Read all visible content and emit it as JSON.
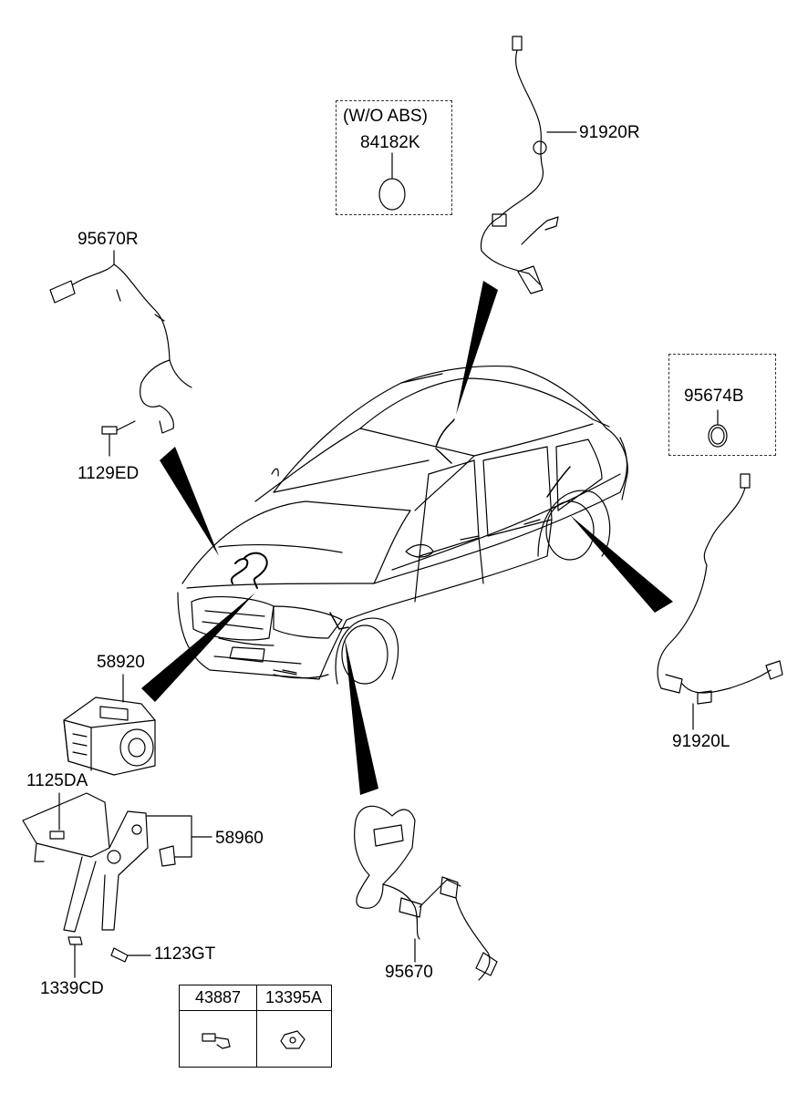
{
  "parts": {
    "wo_abs_note": "(W/O ABS)",
    "p84182K": "84182K",
    "p91920R": "91920R",
    "p95670R": "95670R",
    "p1129ED": "1129ED",
    "p95674B": "95674B",
    "p58920": "58920",
    "p1125DA": "1125DA",
    "p58960": "58960",
    "p91920L": "91920L",
    "p1123GT": "1123GT",
    "p1339CD": "1339CD",
    "p95670": "95670"
  },
  "legend_table": {
    "col1_header": "43887",
    "col2_header": "13395A"
  }
}
